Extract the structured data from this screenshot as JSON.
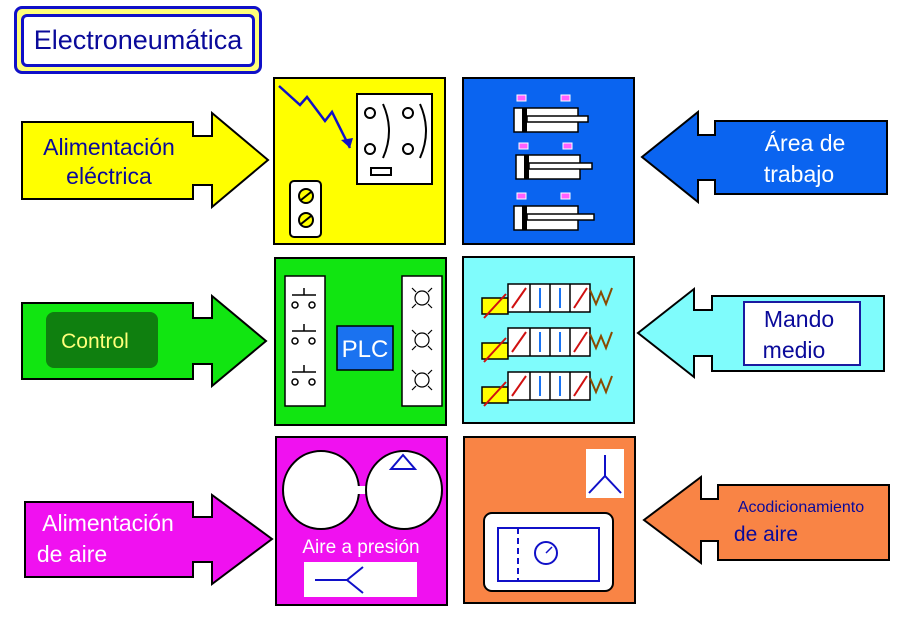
{
  "title": "Electroneumática",
  "colors": {
    "yellow": "#ffff00",
    "blue": "#0a64f0",
    "green": "#11e511",
    "cyan": "#7ffcfc",
    "magenta": "#f011f0",
    "orange": "#f98445",
    "dark_blue_text": "#0a0a9a"
  },
  "labels": {
    "alimentacion_electrica": [
      "Alimentación",
      "eléctrica"
    ],
    "area_trabajo": [
      "Área de",
      "trabajo"
    ],
    "control": "Control",
    "mando_medio": [
      "Mando",
      "medio"
    ],
    "alimentacion_aire": [
      "Alimentación",
      "de aire"
    ],
    "acondicionamiento": [
      "Acodicionamiento",
      "de aire"
    ]
  },
  "blocks": {
    "plc": "PLC",
    "aire_presion": "Aire a presión"
  }
}
